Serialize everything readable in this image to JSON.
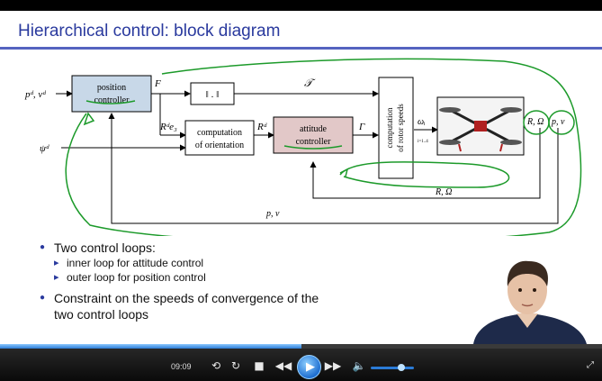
{
  "slide": {
    "title": "Hierarchical control: block diagram"
  },
  "diagram": {
    "inputs": {
      "pv": "pᵈ, vᵈ",
      "psi": "ψᵈ"
    },
    "blocks": {
      "position_controller": [
        "position",
        "controller"
      ],
      "norm": "‖ . ‖",
      "orientation": [
        "computation",
        "of orientation"
      ],
      "attitude_controller": [
        "attitude",
        "controller"
      ],
      "rotor_speeds": [
        "computation",
        "of rotor speeds"
      ]
    },
    "signals": {
      "F": "F",
      "T": "𝒯",
      "Rde3": "Rᵈe₃",
      "Rd": "Rᵈ",
      "Gamma": "Γ",
      "omega": "ωᵢ",
      "omega_sub": "i=1..4",
      "R_Omega_feedback": "R, Ω",
      "pv_feedback": "p, v",
      "R_Omega_out": "R, Ω",
      "pv_out": "p, v"
    },
    "colors": {
      "position_block": "#c8d8e8",
      "attitude_block": "#e2c8c8",
      "annotation": "#1c9a2a"
    }
  },
  "bullets": [
    {
      "text": "Two control loops:",
      "sub": [
        "inner loop for attitude control",
        "outer loop for position control"
      ]
    },
    {
      "text": "Constraint on the speeds of convergence of the two control loops",
      "sub": []
    }
  ],
  "player": {
    "time": "09:09",
    "progress": 0.5,
    "volume": 0.7,
    "icons": [
      "rewind-loop-icon",
      "refresh-icon",
      "stop-icon",
      "previous-icon",
      "play-icon",
      "next-icon",
      "volume-icon",
      "fullscreen-icon"
    ]
  }
}
